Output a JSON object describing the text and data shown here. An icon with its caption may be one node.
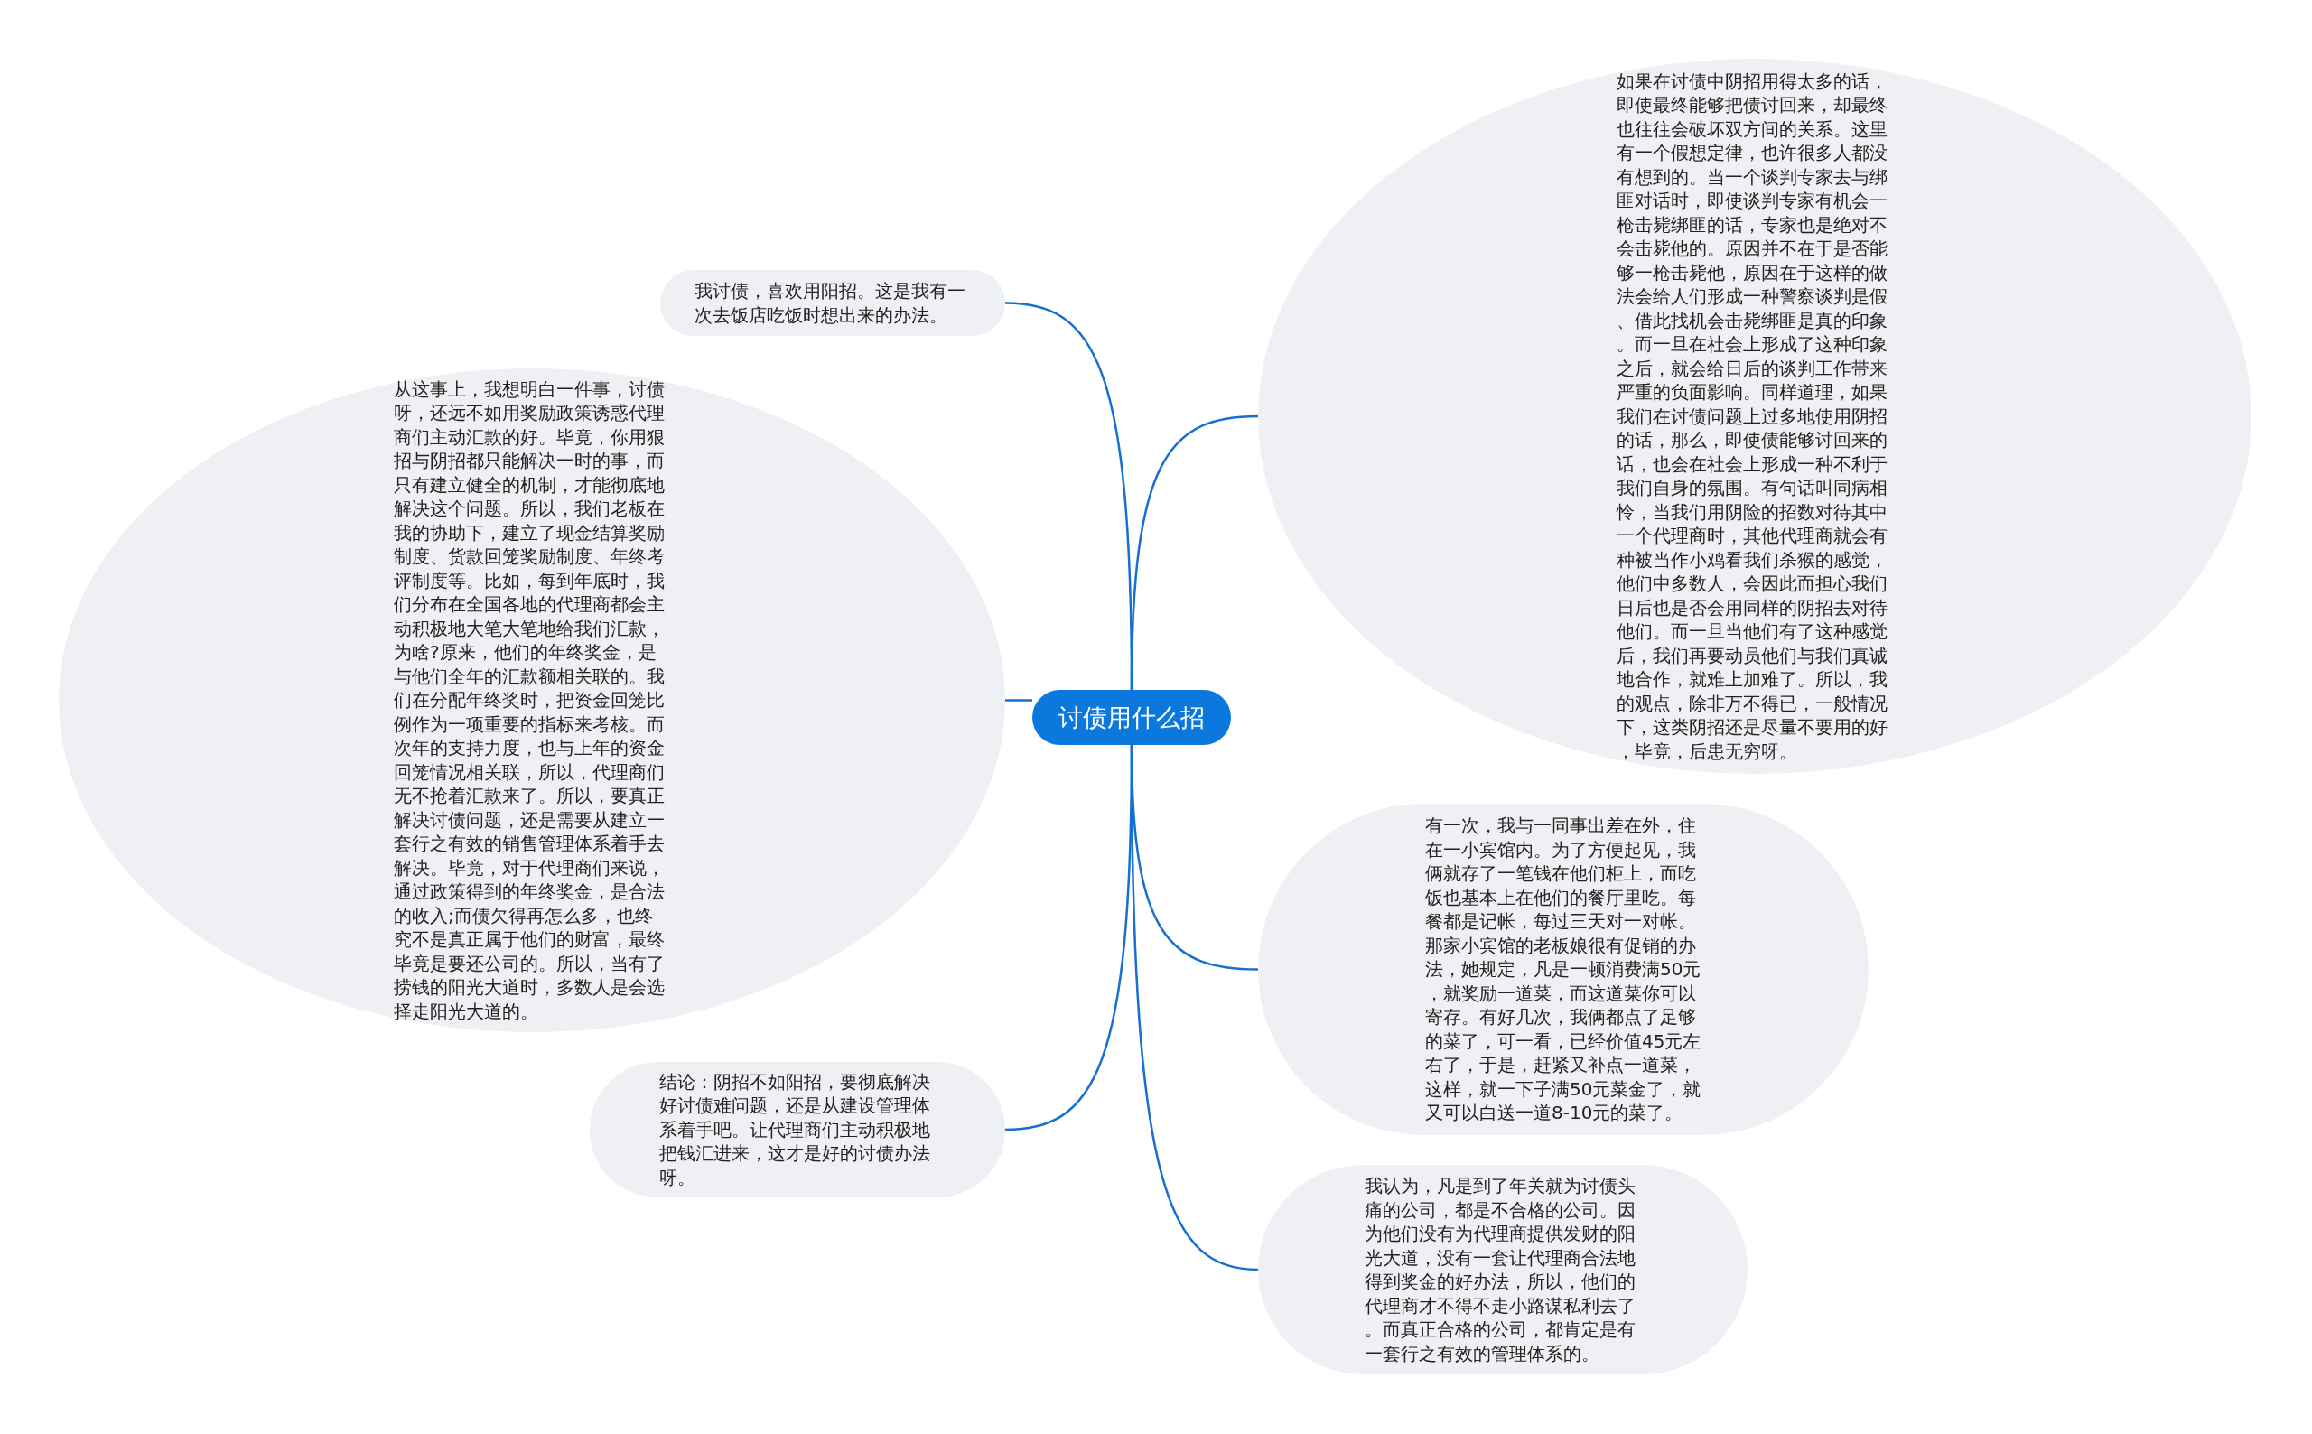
{
  "diagram": {
    "nodes": [
      {
        "text": [
          "讨债用什么招"
        ]
      },
      {
        "text": [
          "我讨债，喜欢用阳招。这是我有一次去饭店吃饭时想出来的办法。"
        ]
      },
      {
        "text": [
          "从这事上，我想明白一件事，讨债呀，还远不如用奖励政策诱惑代理商们主动汇款的好。毕竟，你用狠招与阴招都只能解决一时的事，而只有建立健全的机制，才能彻底地解决这个问题。所以，我们老板在我的协助下，建立了现金结算奖励制度、货款回笼奖励制度、年终考评制度等。比如，每到年底时，我们分布在全国各地的代理商都会主动积极地大笔大笔地给我们汇款，为啥?原来，他们的年终奖金，是与他们全年的汇款额相关联的。我们在分配年终奖时，把资金回笼比例作为一项重要的指标来考核。而次年的支持力度，也与上年的资金回笼情况相关联，所以，代理商们无不抢着汇款来了。所以，要真正解决讨债问题，还是需要从建立一套行之有效的销售管理体系着手去解决。毕竟，对于代理商们来说，通过政策得到的年终奖金，是合法的收入;而债欠得再怎么多，也终究不是真正属于他们的财富，最终毕竟是要还公司的。所以，当有了捞钱的阳光大道时，多数人是会选择走阳光大道的。"
        ]
      },
      {
        "text": [
          "结论：阴招不如阳招，要彻底解决好讨债难问题，还是从建设管理体系着手吧。让代理商们主动积极地把钱汇进来，这才是好的讨债办法呀。"
        ]
      },
      {
        "text": [
          "如果在讨债中阴招用得太多的话，即使最终能够把债讨回来，却最终也往往会破坏双方间的关系。这里有一个假想定律，也许很多人都没有想到的。当一个谈判专家去与绑匪对话时，即使谈判专家有机会一枪击毙绑匪的话，专家也是绝对不会击毙他的。原因并不在于是否能够一枪击毙他，原因在于这样的做法会给人们形成一种警察谈判是假、借此找机会击毙绑匪是真的印象。而一旦在社会上形成了这种印象之后，就会给日后的谈判工作带来严重的负面影响。同样道理，如果我们在讨债问题上过多地使用阴招的话，那么，即使债能够讨回来的话，也会在社会上形成一种不利于我们自身的氛围。有句话叫同病相怜，当我们用阴险的招数对待其中一个代理商时，其他代理商就会有种被当作小鸡看我们杀猴的感觉，他们中多数人，会因此而担心我们日后也是否会用同样的阴招去对待他们。而一旦当他们有了这种感觉后，我们再要动员他们与我们真诚地合作，就难上加难了。所以，我的观点，除非万不得已，一般情况下，这类阴招还是尽量不要用的好，毕竟，后患无穷呀。"
        ]
      },
      {
        "text": [
          "有一次，我与一同事出差在外，住在一小宾馆内。为了方便起见，我俩就存了一笔钱在他们柜上，而吃饭也基本上在他们的餐厅里吃。每餐都是记帐，每过三天对一对帐。那家小宾馆的老板娘很有促销的办法，她规定，凡是一顿消费满50元，就奖励一道菜，而这道菜你可以寄存。有好几次，我俩都点了足够的菜了，可一看，已经价值45元左右了，于是，赶紧又补点一道菜，这样，就一下子满50元菜金了，就又可以白送一道8-10元的菜了。"
        ]
      },
      {
        "text": [
          "我认为，凡是到了年关就为讨债头痛的公司，都是不合格的公司。因为他们没有为代理商提供发财的阳光大道，没有一套让代理商合法地得到奖金的好办法，所以，他们的代理商才不得不走小路谋私利去了。而真正合格的公司，都肯定是有一套行之有效的管理体系的。"
        ]
      }
    ],
    "edges": [
      {
        "from": 0,
        "to": 1,
        "arrow": "none"
      },
      {
        "from": 0,
        "to": 2,
        "arrow": "none"
      },
      {
        "from": 0,
        "to": 3,
        "arrow": "none"
      },
      {
        "from": 0,
        "to": 4,
        "arrow": "none"
      },
      {
        "from": 0,
        "to": 5,
        "arrow": "none"
      },
      {
        "from": 0,
        "to": 6,
        "arrow": "none"
      }
    ]
  }
}
